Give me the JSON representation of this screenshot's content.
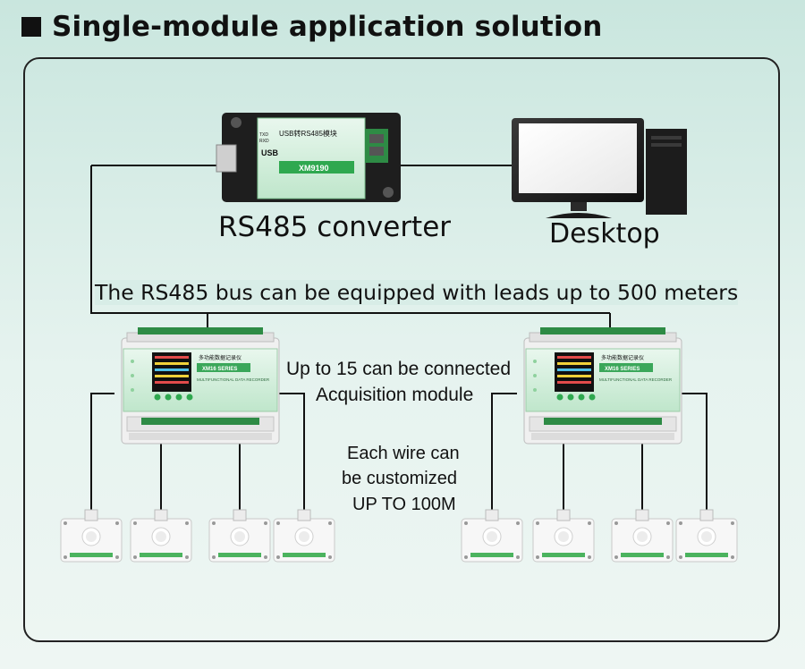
{
  "header": {
    "title": "Single-module application solution"
  },
  "labels": {
    "converter": "RS485 converter",
    "desktop": "Desktop",
    "bus_note": "The RS485 bus can be equipped with leads up to 500 meters",
    "modules_line1": "Up to 15 can be connected",
    "modules_line2": "Acquisition module",
    "wire_line1": "Each wire can",
    "wire_line2": "be customized",
    "wire_line3": "UP TO 100M"
  },
  "converter_device": {
    "title": "USB转RS485模块",
    "usb_label": "USB",
    "model": "XM9190",
    "txd": "TXD",
    "rxd": "RXD"
  },
  "modules": [
    {
      "series": "XM16 SERIES",
      "name": "多功能数据记录仪",
      "subtitle": "MULTIFUNCTIONAL DATA RECORDER"
    },
    {
      "series": "XM16 SERIES",
      "name": "多功能数据记录仪",
      "subtitle": "MULTIFUNCTIONAL DATA RECORDER"
    }
  ],
  "colors": {
    "accent": "#2fa84f",
    "panel_border": "#222222",
    "wire": "#111111"
  }
}
